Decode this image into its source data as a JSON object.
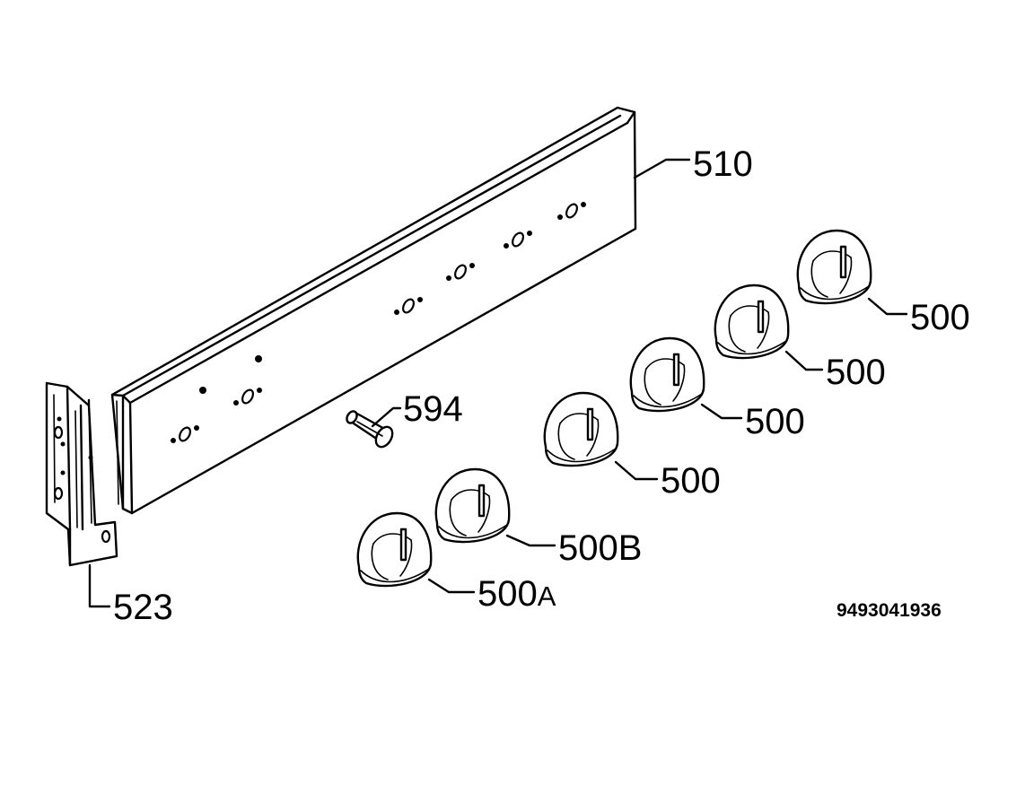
{
  "diagram": {
    "part_labels": {
      "panel": "510",
      "knob_a": "500",
      "knob_b": "500",
      "knob_c": "500",
      "knob_d": "500",
      "knob_500b": "500B",
      "knob_500a": "500",
      "knob_500a_suffix": "A",
      "pin": "594",
      "bracket": "523"
    },
    "drawing_number": "9493041936"
  }
}
